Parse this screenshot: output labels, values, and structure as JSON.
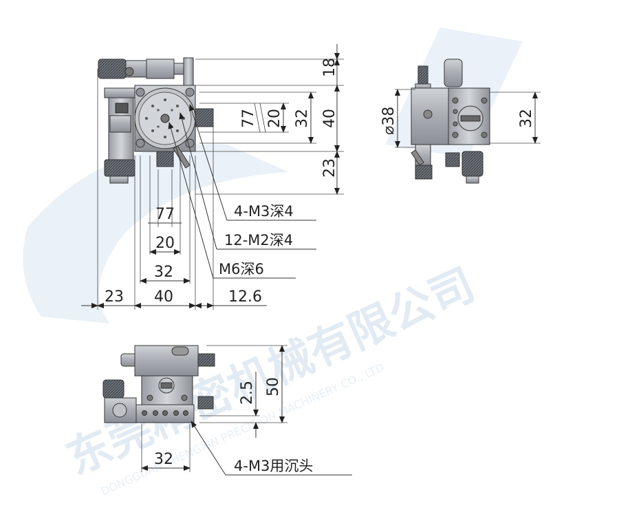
{
  "watermark": {
    "brand": "东莞精密机械有限公司",
    "english": "DONGGUAN SHENGXIN PRECISION MACHINERY CO., LTD"
  },
  "top_view": {
    "dims_right": [
      "18",
      "20",
      "32",
      "40",
      "23",
      "77"
    ],
    "dims_bottom": [
      "77",
      "20",
      "32",
      "23",
      "40",
      "12.6"
    ],
    "callouts": [
      "4-M3深4",
      "12-M2深4",
      "M6深6"
    ]
  },
  "side_view": {
    "dims": [
      "⌀38",
      "32"
    ]
  },
  "front_view": {
    "dims": [
      "2.5",
      "50",
      "32"
    ],
    "callouts": [
      "4-M3用沉头"
    ]
  }
}
